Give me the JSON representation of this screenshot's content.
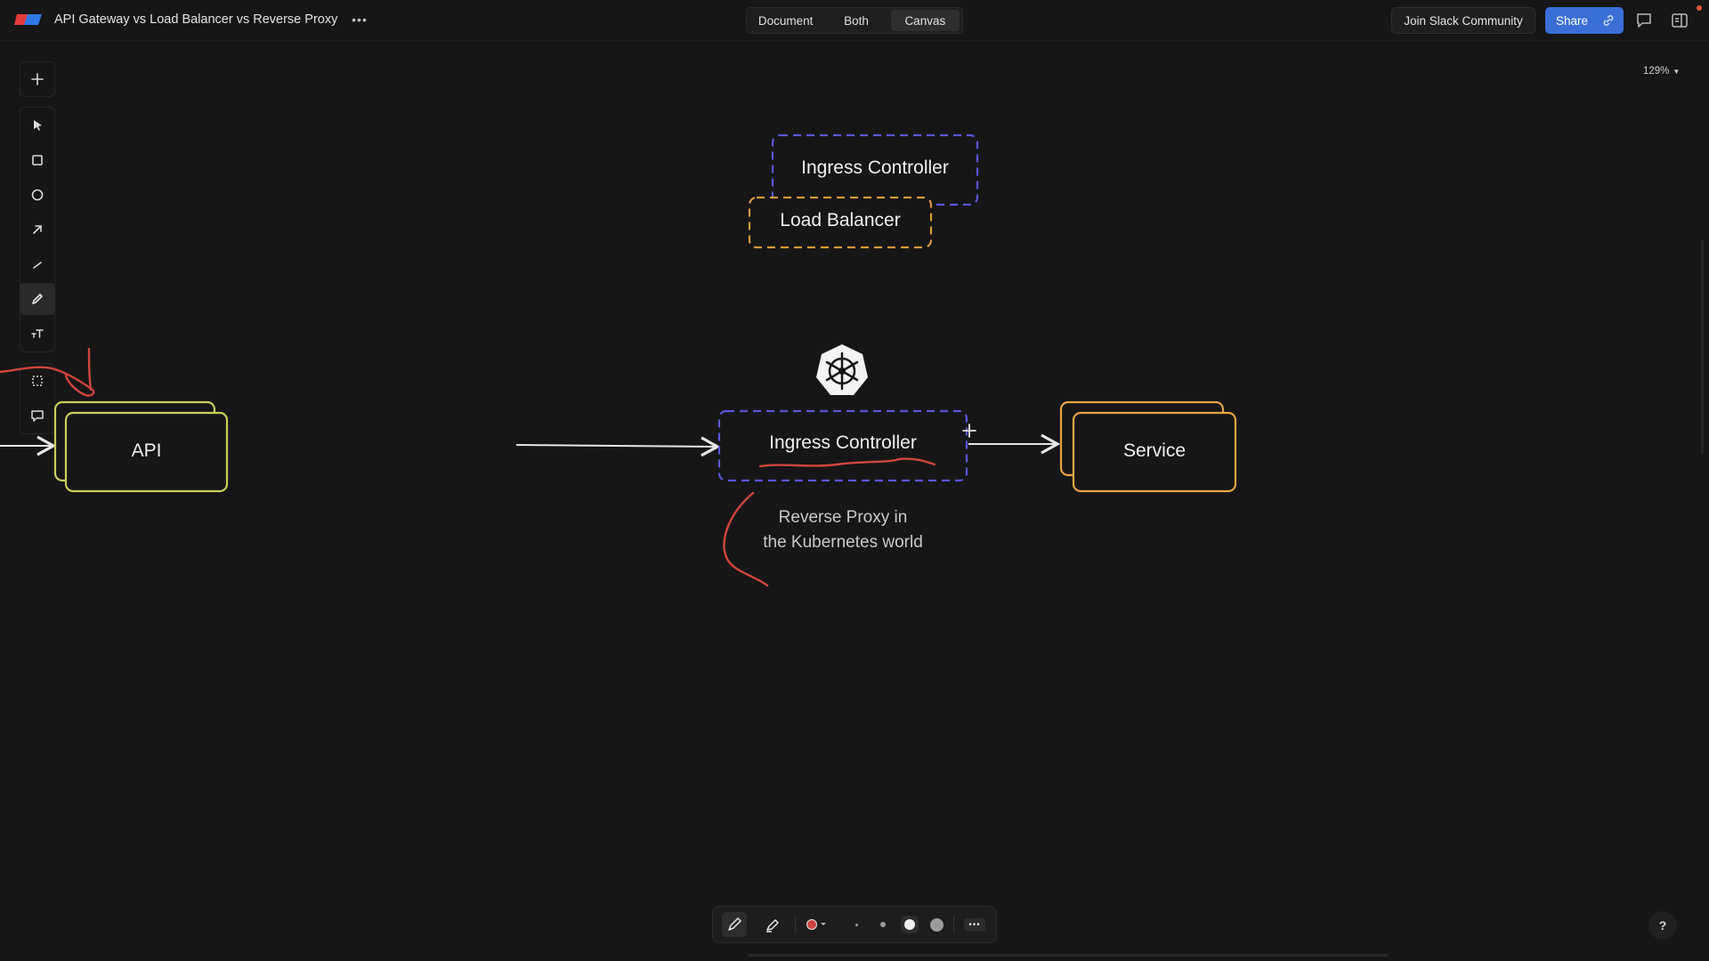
{
  "topbar": {
    "title": "API Gateway vs Load Balancer vs Reverse Proxy",
    "more_icon": "more-horizontal-icon",
    "view_modes": [
      "Document",
      "Both",
      "Canvas"
    ],
    "active_view": "Canvas",
    "slack_label": "Join Slack Community",
    "share_label": "Share",
    "colors": {
      "share": "#3b6fd8",
      "notification_dot": "#e0542f"
    }
  },
  "toolbar": {
    "tools": [
      {
        "name": "add",
        "icon": "plus-icon"
      },
      {
        "name": "select",
        "icon": "pointer-icon"
      },
      {
        "name": "rectangle",
        "icon": "square-icon"
      },
      {
        "name": "ellipse",
        "icon": "circle-icon"
      },
      {
        "name": "arrow",
        "icon": "arrow-icon"
      },
      {
        "name": "line",
        "icon": "line-icon"
      },
      {
        "name": "pen",
        "icon": "pencil-icon",
        "active": true
      },
      {
        "name": "text",
        "icon": "text-icon"
      },
      {
        "name": "frame",
        "icon": "frame-icon"
      },
      {
        "name": "comment",
        "icon": "comment-icon"
      }
    ]
  },
  "zoom": {
    "level": "129%"
  },
  "canvas": {
    "nodes": {
      "ingress_top": "Ingress Controller",
      "load_balancer": "Load Balancer",
      "api": "API",
      "ingress_main": "Ingress Controller",
      "service": "Service"
    },
    "note": {
      "line1": "Reverse Proxy in",
      "line2": "the Kubernetes world"
    },
    "colors": {
      "ingress_border": "#5a56d6",
      "load_balancer_border": "#d49a3a",
      "api_border": "#c9cf5a",
      "service_border": "#e2a645",
      "annotation": "#d0453f"
    },
    "kubernetes_logo": "kubernetes-helm-icon"
  },
  "bottom_toolbar": {
    "tools": [
      "pen-icon",
      "highlighter-icon",
      "color-picker-icon",
      "size-xs",
      "size-s",
      "size-m",
      "size-l",
      "more-icon"
    ],
    "active_color": "#d0453f"
  },
  "help_label": "?"
}
